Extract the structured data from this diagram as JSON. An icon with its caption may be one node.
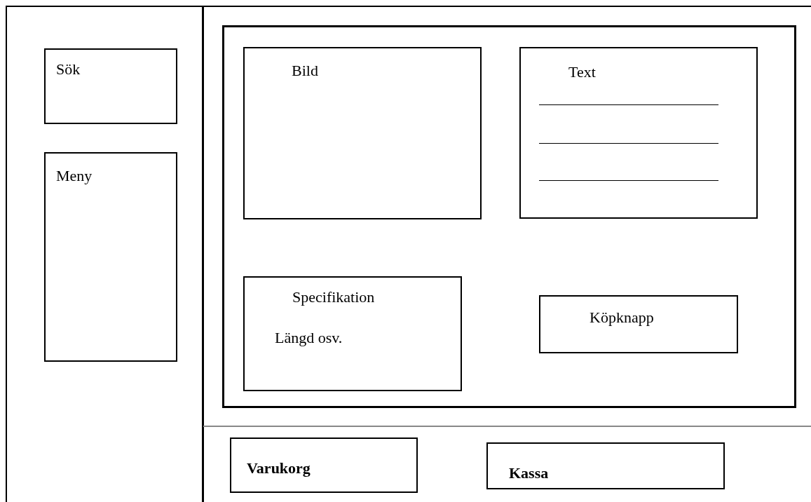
{
  "diagram": {
    "nodes": [
      {
        "text": [
          "Sök"
        ]
      },
      {
        "text": [
          "Meny"
        ]
      },
      {
        "text": [],
        "shape": "box"
      },
      {
        "text": [
          "Bild"
        ],
        "in": 2
      },
      {
        "text": [
          "Text"
        ],
        "in": 2
      },
      {
        "text": [
          "Specifikation",
          "Längd osv."
        ],
        "in": 2
      },
      {
        "text": [
          "Köpknapp"
        ],
        "in": 2
      },
      {
        "text": [
          "Varukorg"
        ]
      },
      {
        "text": [
          "Kassa"
        ]
      }
    ],
    "edges": []
  }
}
